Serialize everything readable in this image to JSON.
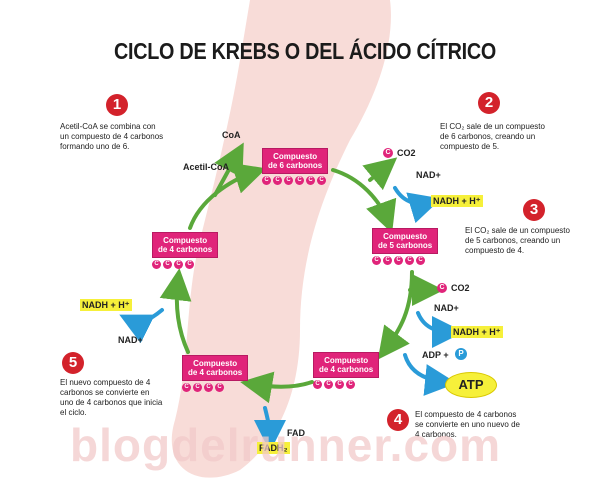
{
  "title": "CICLO DE KREBS O DEL ÁCIDO CÍTRICO",
  "watermark": "blogdelrunner.com",
  "colors": {
    "compound": "#e0247a",
    "cycle_arrow": "#5aa83a",
    "side_arrow": "#2a9bd8",
    "step_number": "#d3222b",
    "highlight": "#f6f03a",
    "footprint": "#f8dcd8"
  },
  "steps": [
    {
      "number": "1",
      "text": "Acetil-CoA se combina con\nun compuesto de 4 carbonos\nformando uno de 6."
    },
    {
      "number": "2",
      "text": "El CO₂ sale de un compuesto\nde 6 carbonos, creando un\ncompuesto de 5."
    },
    {
      "number": "3",
      "text": "El CO₂ sale de un compuesto\nde 5 carbonos, creando un\ncompuesto de 4."
    },
    {
      "number": "4",
      "text": "El compuesto de 4 carbonos\nse convierte en uno nuevo de\n4 carbonos."
    },
    {
      "number": "5",
      "text": "El nuevo compuesto de 4\ncarbonos se convierte en\nuno de 4 carbonos que inicia\nel ciclo."
    }
  ],
  "compounds": {
    "top": "Compuesto\nde 6 carbonos",
    "right": "Compuesto\nde 5 carbonos",
    "bottom_right": "Compuesto\nde 4 carbonos",
    "bottom_left": "Compuesto\nde 4 carbonos",
    "left": "Compuesto\nde 4 carbonos"
  },
  "labels": {
    "coa": "CoA",
    "acetil_coa": "Acetil-CoA",
    "co2_top": "CO2",
    "co2_right": "CO2",
    "nad_plus_1": "NAD+",
    "nadh_1": "NADH + H⁺",
    "nad_plus_2": "NAD+",
    "nadh_2": "NADH + H⁺",
    "adp": "ADP +",
    "p": "P",
    "atp": "ATP",
    "fad": "FAD",
    "fadh2": "FADH₂",
    "nadh_left": "NADH + H⁺",
    "nad_plus_left": "NAD+",
    "c": "C"
  }
}
